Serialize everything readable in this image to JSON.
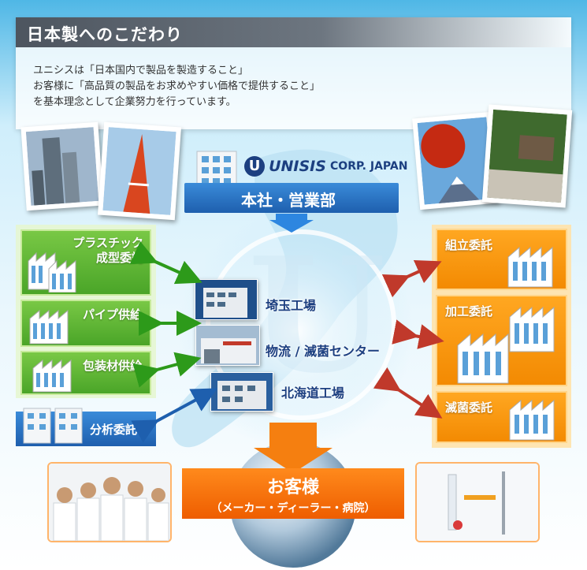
{
  "header": {
    "title": "日本製へのこだわり",
    "lines": [
      "ユニシスは「日本国内で製品を製造すること」",
      "お客様に「高品質の製品をお求めやすい価格で提供すること」",
      "を基本理念として企業努力を行っています。"
    ]
  },
  "logo": {
    "brand": "UNISIS",
    "suffix": "CORP. JAPAN"
  },
  "hq": {
    "label": "本社・営業部"
  },
  "left_items": [
    {
      "label_line1": "プラスチック",
      "label_line2": "成型委託"
    },
    {
      "label_line1": "パイプ供給",
      "label_line2": ""
    },
    {
      "label_line1": "包装材供給",
      "label_line2": ""
    }
  ],
  "analysis": {
    "label": "分析委託"
  },
  "center": {
    "saitama": "埼玉工場",
    "logistics": "物流 / 滅菌センター",
    "hokkaido": "北海道工場"
  },
  "right_items": [
    {
      "label": "組立委託"
    },
    {
      "label": "加工委託"
    },
    {
      "label": "滅菌委託"
    }
  ],
  "customer": {
    "title": "お客様",
    "sub": "（メーカー・ディーラー・病院）"
  },
  "colors": {
    "green": "#4aa528",
    "orange": "#f38a02",
    "blue": "#1e5fae",
    "arrow_green": "#2d9a1a",
    "arrow_red": "#c0392b",
    "arrow_blue": "#1e5fae"
  }
}
